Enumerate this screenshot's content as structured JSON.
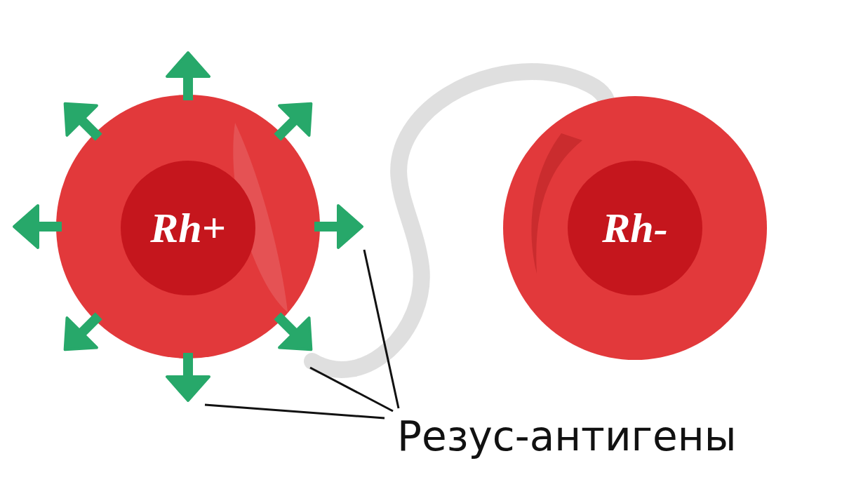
{
  "diagram": {
    "nodes": [
      {
        "text": [
          "Rh+"
        ]
      },
      {
        "text": [
          "Rh-"
        ]
      }
    ],
    "labels": [
      "Резус-антигены"
    ]
  }
}
